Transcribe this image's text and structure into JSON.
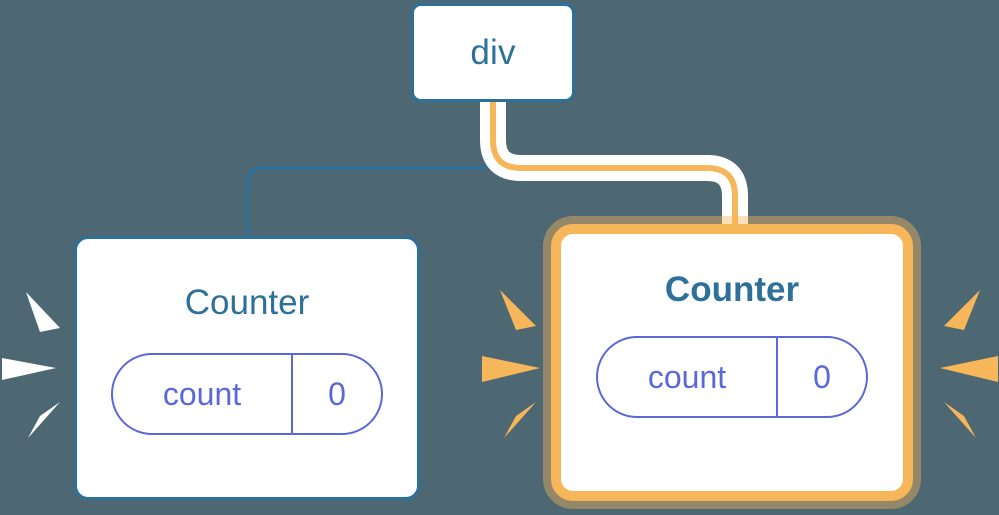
{
  "diagram": {
    "background_color": "#4d6873",
    "accent_blue": "#2d7099",
    "accent_orange": "#f7b65a",
    "accent_purple": "#5b68d8",
    "white": "#ffffff",
    "root": {
      "label": "div"
    },
    "nodes": [
      {
        "id": "counter-left",
        "title": "Counter",
        "highlighted": false,
        "state": {
          "key": "count",
          "value": "0"
        },
        "burst_color": "#ffffff"
      },
      {
        "id": "counter-right",
        "title": "Counter",
        "highlighted": true,
        "state": {
          "key": "count",
          "value": "0"
        },
        "burst_color": "#f7b65a"
      }
    ],
    "edges": [
      {
        "from": "div",
        "to": "counter-left",
        "color": "#2d7099",
        "highlighted": false
      },
      {
        "from": "div",
        "to": "counter-right",
        "color": "#f7b65a",
        "highlighted": true
      }
    ]
  }
}
